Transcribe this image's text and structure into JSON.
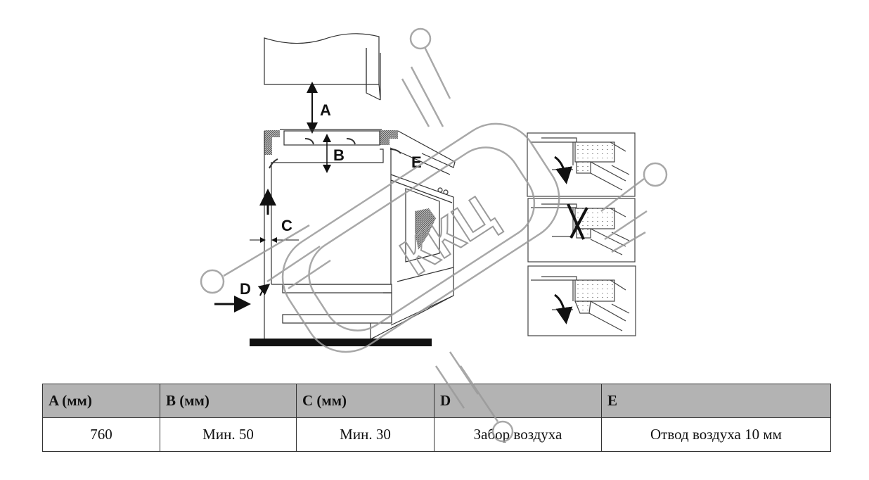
{
  "diagram": {
    "title": "Installation clearances diagram",
    "labels": {
      "a": "A",
      "b": "B",
      "c": "C",
      "d": "D",
      "e": "E"
    },
    "detail_panels": [
      {
        "state": "correct",
        "mark": "arrow"
      },
      {
        "state": "incorrect",
        "mark": "X"
      },
      {
        "state": "correct",
        "mark": "arrow"
      }
    ]
  },
  "table": {
    "headers": [
      "A (мм)",
      "B (мм)",
      "C (мм)",
      "D",
      "E"
    ],
    "rows": [
      [
        "760",
        "Мин. 50",
        "Мин. 30",
        "Забор воздуха",
        "Отвод воздуха 10 мм"
      ]
    ]
  },
  "watermark": {
    "text": "ККЦ",
    "color": "#9a9a9a"
  }
}
